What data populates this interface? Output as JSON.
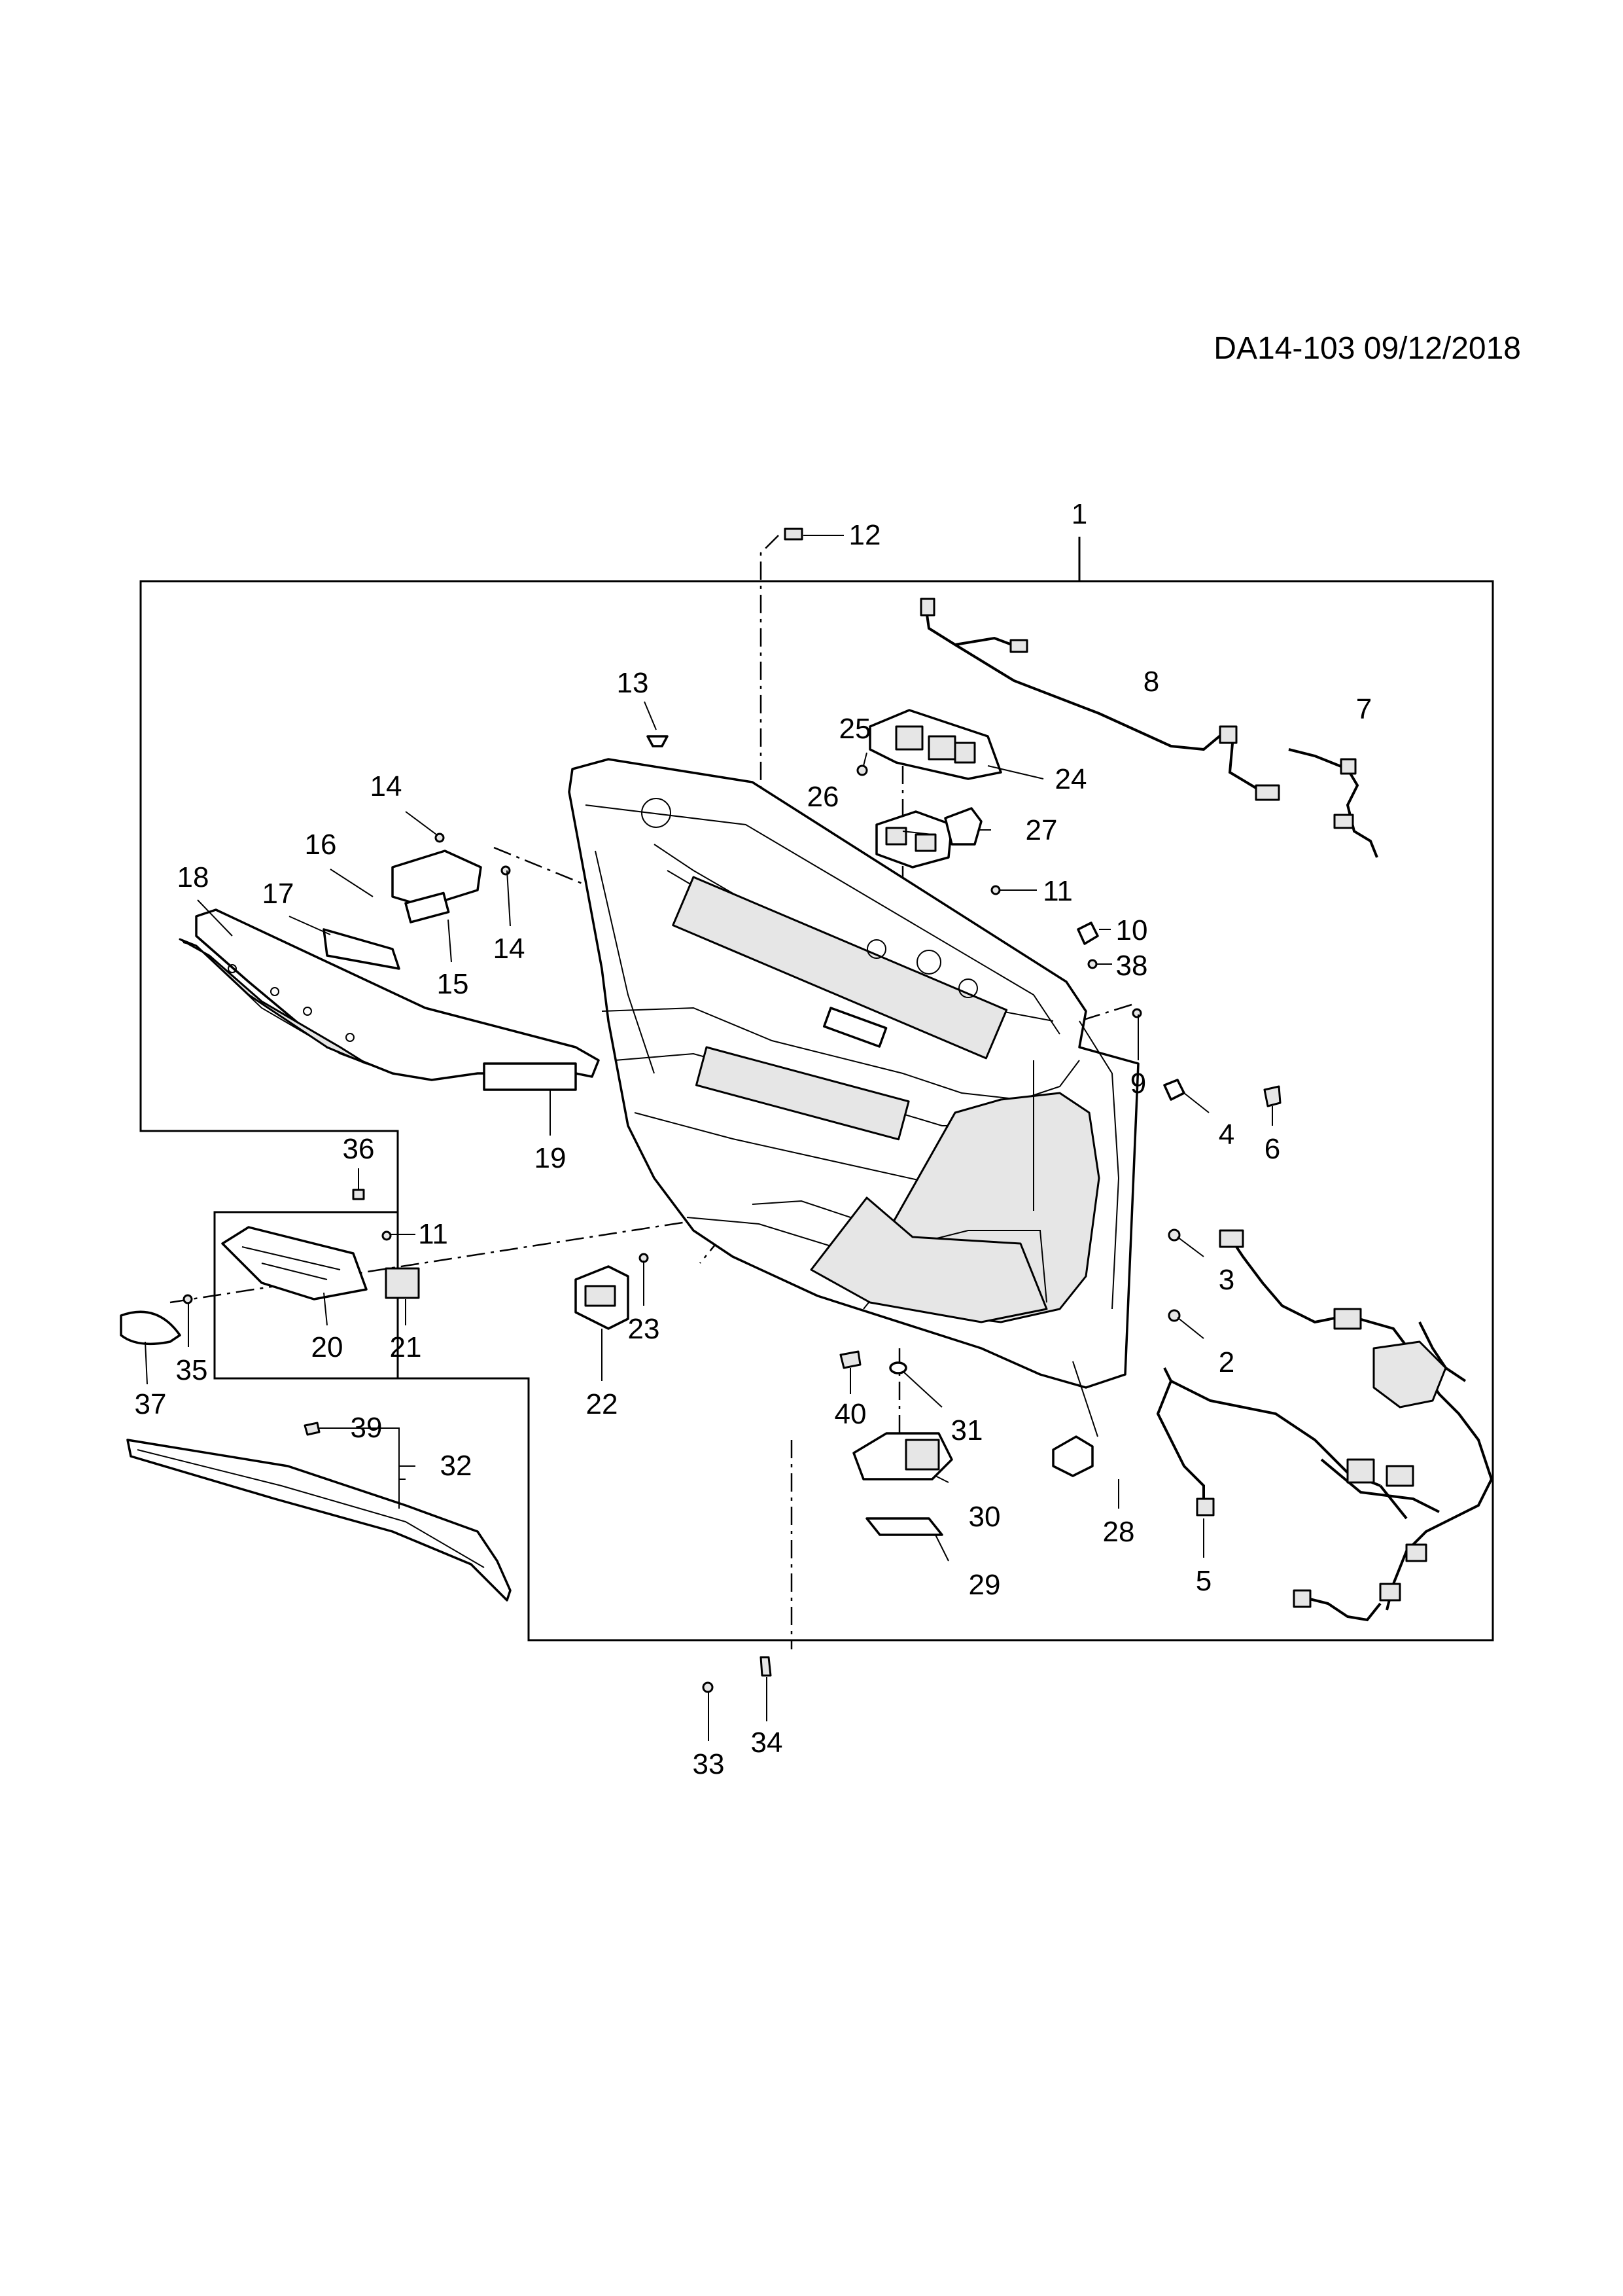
{
  "reference": "DA14-103 09/12/2018",
  "callouts": [
    "1",
    "2",
    "3",
    "4",
    "5",
    "6",
    "7",
    "8",
    "9",
    "10",
    "11",
    "11",
    "12",
    "13",
    "14",
    "14",
    "15",
    "16",
    "17",
    "18",
    "19",
    "20",
    "21",
    "22",
    "23",
    "24",
    "25",
    "26",
    "27",
    "28",
    "29",
    "30",
    "31",
    "32",
    "33",
    "34",
    "35",
    "36",
    "37",
    "38",
    "39",
    "40"
  ]
}
